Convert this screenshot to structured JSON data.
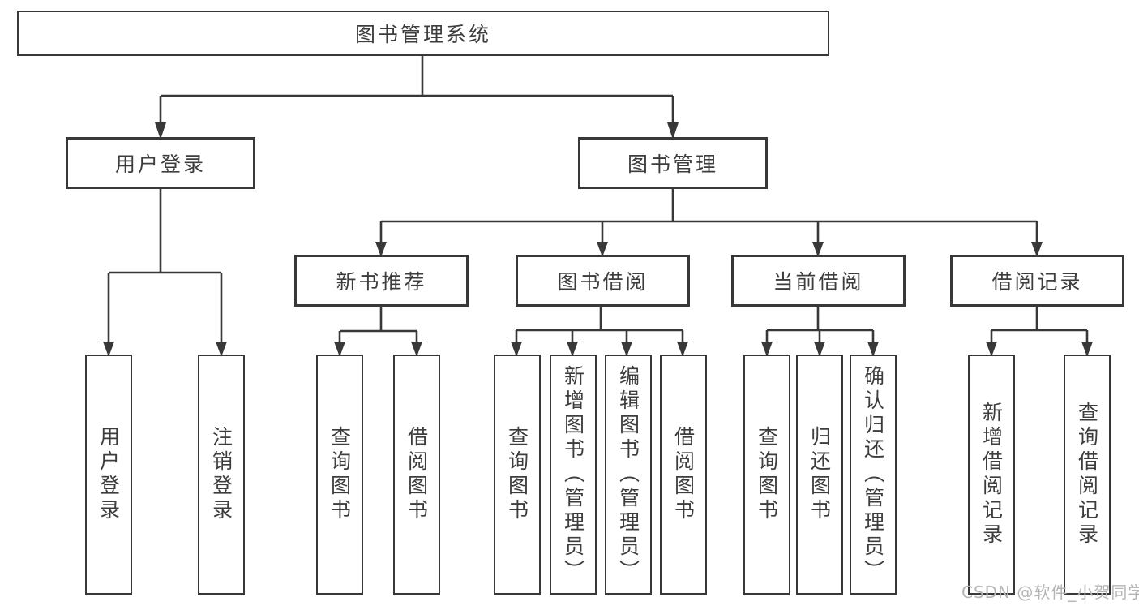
{
  "diagram_type": "hierarchy-diagram",
  "watermark": "CSDN @软件_小贺同学",
  "colors": {
    "line": "#383838",
    "border": "#383838",
    "text": "#3d3d3d",
    "watermark": "#b5b5b5",
    "background": "#ffffff"
  },
  "tree": {
    "label": "图书管理系统",
    "children": [
      {
        "label": "用户登录",
        "children": [
          {
            "label": "用户登录"
          },
          {
            "label": "注销登录"
          }
        ]
      },
      {
        "label": "图书管理",
        "children": [
          {
            "label": "新书推荐",
            "children": [
              {
                "label": "查询图书"
              },
              {
                "label": "借阅图书"
              }
            ]
          },
          {
            "label": "图书借阅",
            "children": [
              {
                "label": "查询图书"
              },
              {
                "label": "新增图书（管理员）"
              },
              {
                "label": "编辑图书（管理员）"
              },
              {
                "label": "借阅图书"
              }
            ]
          },
          {
            "label": "当前借阅",
            "children": [
              {
                "label": "查询图书"
              },
              {
                "label": "归还图书"
              },
              {
                "label": "确认归还（管理员）"
              }
            ]
          },
          {
            "label": "借阅记录",
            "children": [
              {
                "label": "新增借阅记录"
              },
              {
                "label": "查询借阅记录"
              }
            ]
          }
        ]
      }
    ]
  }
}
